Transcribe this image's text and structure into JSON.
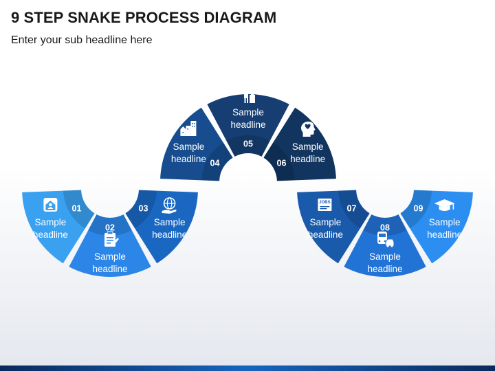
{
  "header": {
    "title": "9 STEP SNAKE PROCESS DIAGRAM",
    "subtitle": "Enter your sub headline here"
  },
  "steps": [
    {
      "number": "01",
      "line1": "Sample",
      "line2": "headline",
      "icon": "house-icon",
      "color": "#3aa0f0"
    },
    {
      "number": "02",
      "line1": "Sample",
      "line2": "headline",
      "icon": "clipboard-icon",
      "color": "#2c86e8"
    },
    {
      "number": "03",
      "line1": "Sample",
      "line2": "headline",
      "icon": "globe-hand-icon",
      "color": "#1a67c2"
    },
    {
      "number": "04",
      "line1": "Sample",
      "line2": "headline",
      "icon": "buildings-icon",
      "color": "#174d8e"
    },
    {
      "number": "05",
      "line1": "Sample",
      "line2": "headline",
      "icon": "person-desk-icon",
      "color": "#163e73"
    },
    {
      "number": "06",
      "line1": "Sample",
      "line2": "headline",
      "icon": "head-heart-icon",
      "color": "#123560"
    },
    {
      "number": "07",
      "line1": "Sample",
      "line2": "headline",
      "icon": "jobs-icon",
      "color": "#1a5aab"
    },
    {
      "number": "08",
      "line1": "Sample",
      "line2": "headline",
      "icon": "bus-car-icon",
      "color": "#2273d6"
    },
    {
      "number": "09",
      "line1": "Sample",
      "line2": "headline",
      "icon": "graduation-cap-icon",
      "color": "#2b8ef0"
    }
  ],
  "icons": {
    "jobs_text": "JOBS"
  }
}
